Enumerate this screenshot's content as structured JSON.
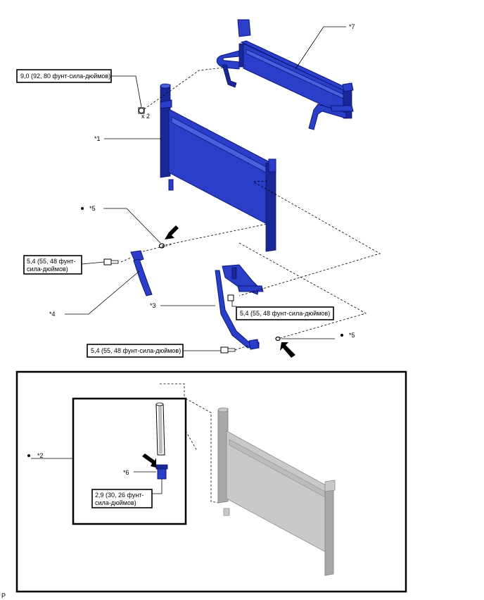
{
  "callouts": {
    "c1": "*1",
    "c2": "*2",
    "c3": "*3",
    "c4": "*4",
    "c5a": "*5",
    "c5b": "*5",
    "c6": "*6",
    "c7": "*7"
  },
  "torque": {
    "t1": "9,0 (92, 80 фунт-сила-дюймов)",
    "t2_line1": "5,4 (55, 48 фунт-",
    "t2_line2": "сила-дюймов)",
    "t3": "5,4 (55, 48 фунт-сила-дюймов)",
    "t4": "5,4 (55, 48 фунт-сила-дюймов)",
    "t5_line1": "2,9 (30, 26 фунт-",
    "t5_line2": "сила-дюймов)"
  },
  "quantity": "x 2",
  "corner_mark": "P",
  "colors": {
    "part_blue": "#2b3ec9",
    "part_grey": "#c9c9c9"
  }
}
